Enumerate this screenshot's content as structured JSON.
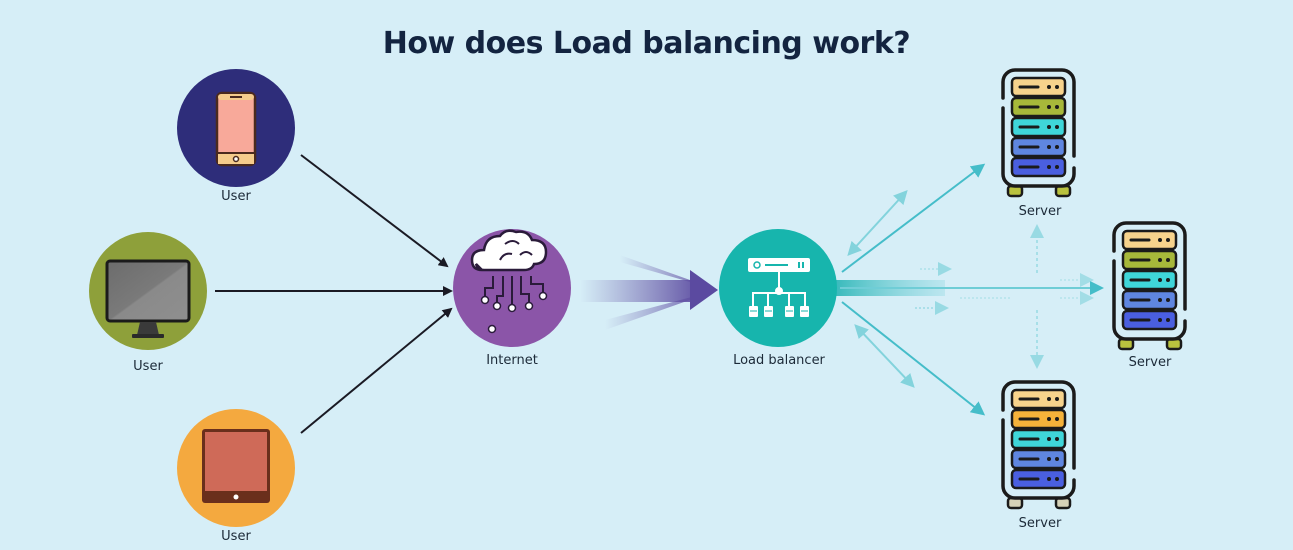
{
  "title": "How does Load balancing work?",
  "nodes": {
    "user_phone": {
      "label": "User",
      "icon": "smartphone-icon",
      "color": "#2e2d7a"
    },
    "user_desktop": {
      "label": "User",
      "icon": "monitor-icon",
      "color": "#8ea03a"
    },
    "user_tablet": {
      "label": "User",
      "icon": "tablet-icon",
      "color": "#f4a93f"
    },
    "internet": {
      "label": "Internet",
      "icon": "cloud-network-icon",
      "color": "#8b55a8"
    },
    "load_balancer": {
      "label": "Load balancer",
      "icon": "load-balancer-icon",
      "color": "#17b5ad"
    },
    "server_top": {
      "label": "Server",
      "icon": "server-rack-icon"
    },
    "server_mid": {
      "label": "Server",
      "icon": "server-rack-icon"
    },
    "server_bottom": {
      "label": "Server",
      "icon": "server-rack-icon"
    }
  },
  "colors": {
    "background": "#d6eef7",
    "title": "#132440",
    "arrow_dark": "#1a1a24",
    "arrow_purple": "#6a5aa8",
    "arrow_teal": "#45bdc9"
  }
}
